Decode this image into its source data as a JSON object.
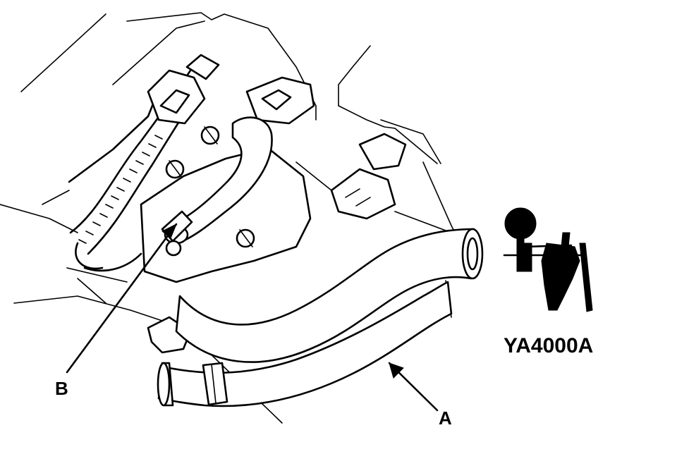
{
  "figure": {
    "callouts": [
      {
        "id": "A",
        "text": "A"
      },
      {
        "id": "B",
        "text": "B"
      }
    ],
    "tool_code": "YA4000A"
  }
}
